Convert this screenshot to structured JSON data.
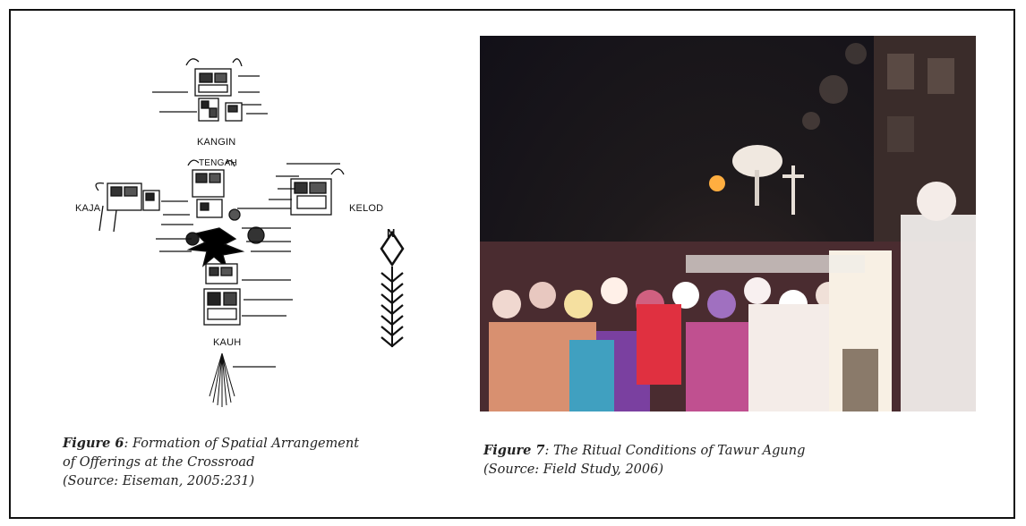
{
  "figure6": {
    "labels": {
      "kangin": "KANGIN",
      "tengah": "TENGAH",
      "kaja": "KAJA",
      "kelod": "KELOD",
      "kauh": "KAUH",
      "north": "N"
    },
    "caption": {
      "fig": "Figure 6",
      "line1": ": Formation of Spatial Arrangement",
      "line2": "of Offerings at the Crossroad",
      "line3": "(Source: Eiseman, 2005:231)"
    }
  },
  "figure7": {
    "caption": {
      "fig": "Figure 7",
      "line1": ": The Ritual Conditions of Tawur Agung",
      "line2": "(Source: Field Study, 2006)"
    }
  }
}
